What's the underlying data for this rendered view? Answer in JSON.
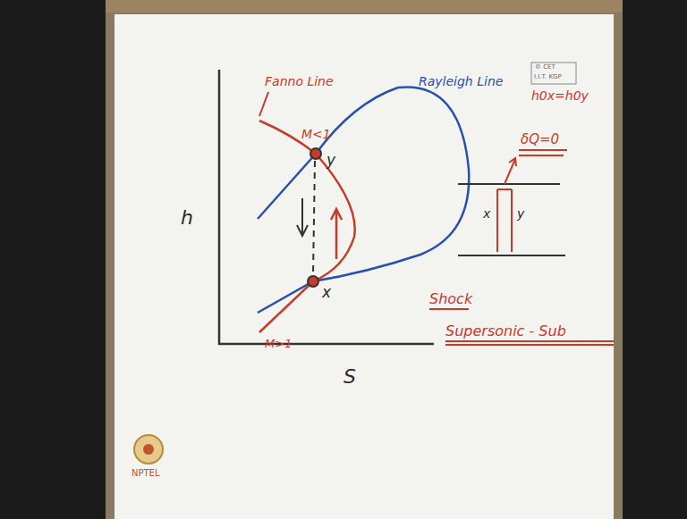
{
  "diagram": {
    "labels": [
      "Fanno Line",
      "M<1",
      "y",
      "Rayleigh Line",
      "h0x=h0y",
      "δQ=0",
      "x",
      "y",
      "h",
      "x",
      "M>1",
      "Shock",
      "Supersonic - Sub",
      "S",
      "© CET",
      "I.I.T. KGP",
      "NPTEL"
    ]
  }
}
